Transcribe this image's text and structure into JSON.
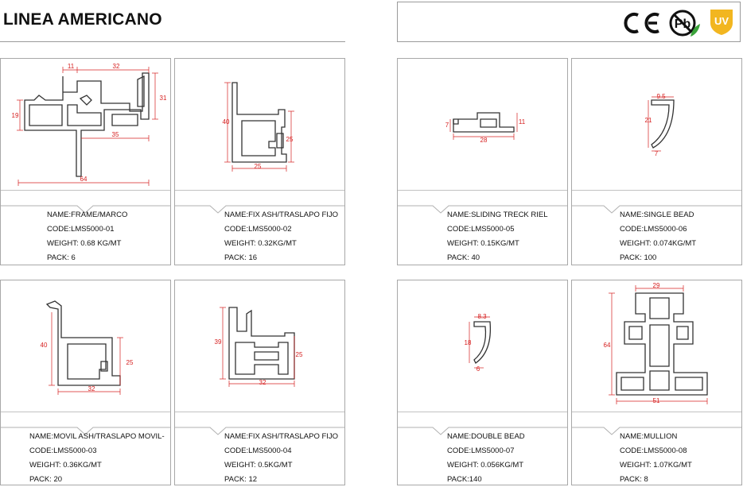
{
  "header": {
    "title": "LINEA AMERICANO"
  },
  "certifications": [
    {
      "name": "ce-mark",
      "label": "CE"
    },
    {
      "name": "pb-free",
      "label": "Pb"
    },
    {
      "name": "uv",
      "label": "UV"
    }
  ],
  "colors": {
    "dimension": "#d62020",
    "profile": "#333333",
    "border": "#a8a8a8",
    "uv_badge": "#f2b620",
    "pb_leaf": "#3aa33a"
  },
  "products": [
    {
      "name": "NAME:FRAME/MARCO",
      "code": "CODE:LMS5000-01",
      "weight": "WEIGHT: 0.68 KG/MT",
      "pack": "PACK: 6",
      "dims": {
        "a": "11",
        "b": "32",
        "c": "31",
        "d": "19",
        "e": "35",
        "f": "64"
      }
    },
    {
      "name": "NAME:FIX ASH/TRASLAPO FIJO",
      "code": "CODE:LMS5000-02",
      "weight": "WEIGHT: 0.32KG/MT",
      "pack": "PACK: 16",
      "dims": {
        "a": "40",
        "b": "25",
        "c": "25"
      }
    },
    {
      "name": "NAME:SLIDING TRECK RIEL",
      "code": "CODE:LMS5000-05",
      "weight": "WEIGHT: 0.15KG/MT",
      "pack": "PACK: 40",
      "dims": {
        "a": "7",
        "b": "11",
        "c": "28"
      }
    },
    {
      "name": "NAME:SINGLE BEAD",
      "code": "CODE:LMS5000-06",
      "weight": "WEIGHT: 0.074KG/MT",
      "pack": "PACK: 100",
      "dims": {
        "a": "9.5",
        "b": "21",
        "c": "7"
      }
    },
    {
      "name": "NAME:MOVIL ASH/TRASLAPO MOVIL-",
      "code": "CODE:LMS5000-03",
      "weight": "WEIGHT: 0.36KG/MT",
      "pack": "PACK: 20",
      "dims": {
        "a": "40",
        "b": "25",
        "c": "32"
      }
    },
    {
      "name": "NAME:FIX ASH/TRASLAPO FIJO",
      "code": "CODE:LMS5000-04",
      "weight": "WEIGHT: 0.5KG/MT",
      "pack": "PACK: 12",
      "dims": {
        "a": "39",
        "b": "25",
        "c": "32"
      }
    },
    {
      "name": "NAME:DOUBLE BEAD",
      "code": "CODE:LMS5000-07",
      "weight": "WEIGHT: 0.056KG/MT",
      "pack": "PACK:140",
      "dims": {
        "a": "8.3",
        "b": "18",
        "c": "6"
      }
    },
    {
      "name": "NAME:MULLION",
      "code": "CODE:LMS5000-08",
      "weight": "WEIGHT: 1.07KG/MT",
      "pack": "PACK: 8",
      "dims": {
        "a": "29",
        "b": "64",
        "c": "51"
      }
    }
  ]
}
